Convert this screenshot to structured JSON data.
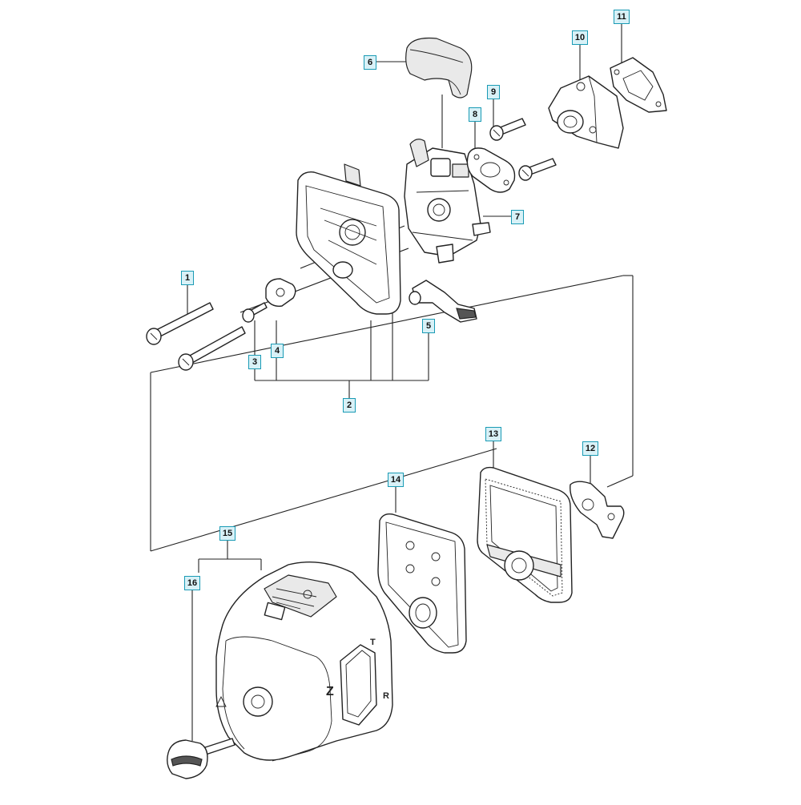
{
  "diagram": {
    "callouts": [
      {
        "id": "1",
        "label": "1"
      },
      {
        "id": "2",
        "label": "2"
      },
      {
        "id": "3",
        "label": "3"
      },
      {
        "id": "4",
        "label": "4"
      },
      {
        "id": "5",
        "label": "5"
      },
      {
        "id": "6",
        "label": "6"
      },
      {
        "id": "7",
        "label": "7"
      },
      {
        "id": "8",
        "label": "8"
      },
      {
        "id": "9",
        "label": "9"
      },
      {
        "id": "10",
        "label": "10"
      },
      {
        "id": "11",
        "label": "11"
      },
      {
        "id": "12",
        "label": "12"
      },
      {
        "id": "13",
        "label": "13"
      },
      {
        "id": "14",
        "label": "14"
      },
      {
        "id": "15",
        "label": "15"
      },
      {
        "id": "16",
        "label": "16"
      }
    ],
    "cover_markings": [
      "T",
      "Z",
      "R"
    ],
    "colors": {
      "callout_border": "#1a9bb5",
      "callout_fill": "#d8f1f7",
      "line": "#222222"
    }
  }
}
